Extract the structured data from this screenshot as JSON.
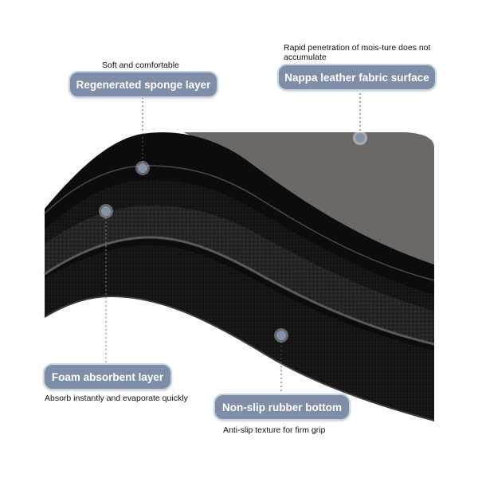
{
  "labels": {
    "sponge": {
      "title": "Regenerated sponge layer",
      "note": "Soft and comfortable"
    },
    "nappa": {
      "title": "Nappa leather fabric surface",
      "note": "Rapid penetration of mois-ture does not accumulate"
    },
    "foam": {
      "title": "Foam absorbent layer",
      "note": "Absorb instantly and evaporate quickly"
    },
    "rubber": {
      "title": "Non-slip rubber bottom",
      "note": "Anti-slip texture for firm grip"
    }
  },
  "colors": {
    "pill": "#7e8ea6",
    "pill_border": "#c9d2de",
    "leader_dot": "#8593a8",
    "surface_grey": "#6b6866",
    "layer_black": "#0c0c0c",
    "foam_grey": "#2a2a2a"
  }
}
